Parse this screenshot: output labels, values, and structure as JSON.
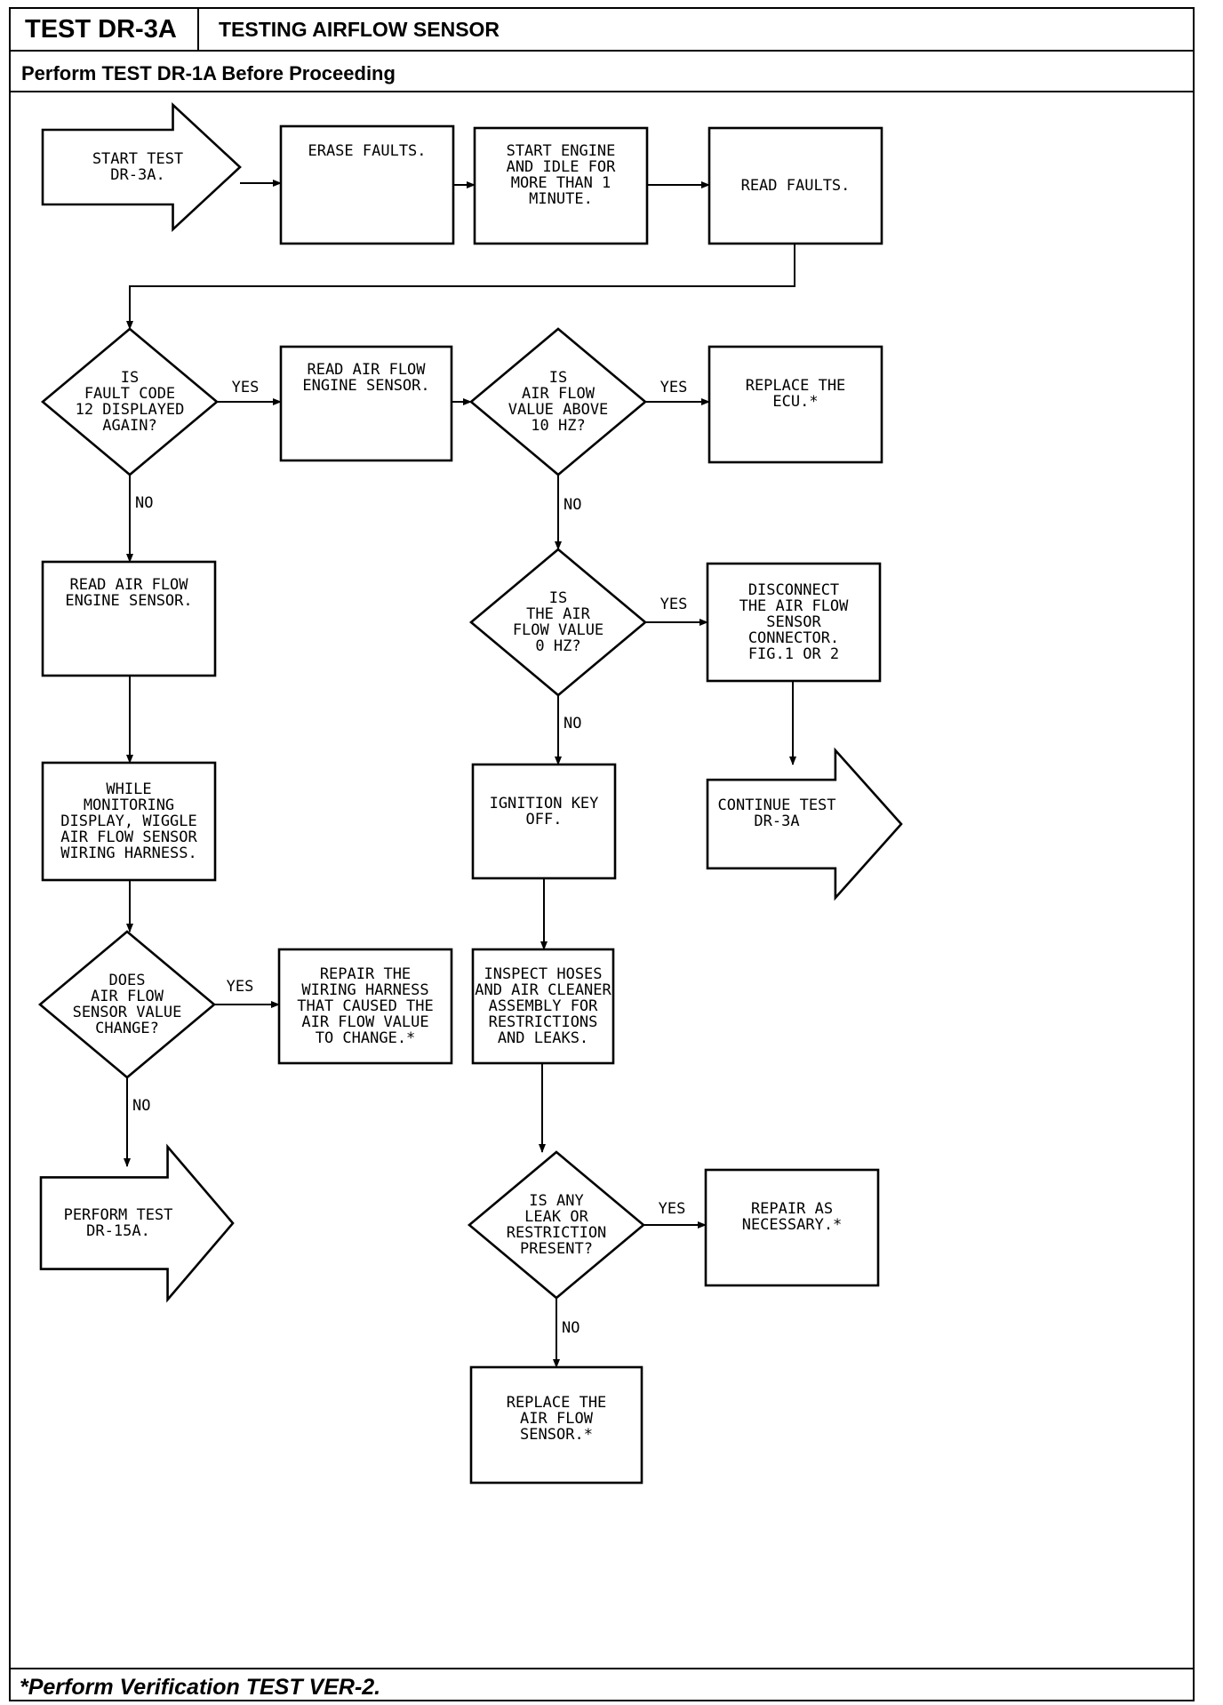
{
  "header": {
    "test_id": "TEST DR-3A",
    "title": "TESTING AIRFLOW SENSOR",
    "prerequisite": "Perform TEST DR-1A Before Proceeding"
  },
  "footer": {
    "note": "*Perform Verification TEST VER-2."
  },
  "nodes": {
    "start": [
      "START TEST",
      "DR-3A."
    ],
    "erase": [
      "ERASE FAULTS."
    ],
    "start_engine": [
      "START ENGINE",
      "AND IDLE FOR",
      "MORE THAN 1",
      "MINUTE."
    ],
    "read_faults": [
      "READ FAULTS."
    ],
    "q_fault12": [
      "IS",
      "FAULT CODE",
      "12 DISPLAYED",
      "AGAIN?"
    ],
    "read_airflow_1": [
      "READ AIR FLOW",
      "ENGINE SENSOR."
    ],
    "q_above10": [
      "IS",
      "AIR FLOW",
      "VALUE ABOVE",
      "10 HZ?"
    ],
    "replace_ecu": [
      "REPLACE THE",
      "ECU.*"
    ],
    "read_airflow_2": [
      "READ AIR FLOW",
      "ENGINE SENSOR."
    ],
    "q_zero": [
      "IS",
      "THE AIR",
      "FLOW VALUE",
      "0 HZ?"
    ],
    "disconnect": [
      "DISCONNECT",
      "THE AIR FLOW",
      "SENSOR",
      "CONNECTOR.",
      "FIG.1 OR 2"
    ],
    "wiggle": [
      "WHILE",
      "MONITORING",
      "DISPLAY, WIGGLE",
      "AIR FLOW SENSOR",
      "WIRING HARNESS."
    ],
    "ignition_off": [
      "IGNITION KEY",
      "OFF."
    ],
    "continue": [
      "CONTINUE TEST",
      "DR-3A"
    ],
    "q_change": [
      "DOES",
      "AIR FLOW",
      "SENSOR VALUE",
      "CHANGE?"
    ],
    "repair_harness": [
      "REPAIR THE",
      "WIRING HARNESS",
      "THAT CAUSED THE",
      "AIR FLOW VALUE",
      "TO CHANGE.*"
    ],
    "inspect": [
      "INSPECT HOSES",
      "AND AIR CLEANER",
      "ASSEMBLY FOR",
      "RESTRICTIONS",
      "AND LEAKS."
    ],
    "perform_15a": [
      "PERFORM TEST",
      "DR-15A."
    ],
    "q_leak": [
      "IS ANY",
      "LEAK OR",
      "RESTRICTION",
      "PRESENT?"
    ],
    "repair_necessary": [
      "REPAIR AS",
      "NECESSARY.*"
    ],
    "replace_sensor": [
      "REPLACE THE",
      "AIR FLOW",
      "SENSOR.*"
    ]
  },
  "edges": {
    "yes": "YES",
    "no": "NO"
  }
}
